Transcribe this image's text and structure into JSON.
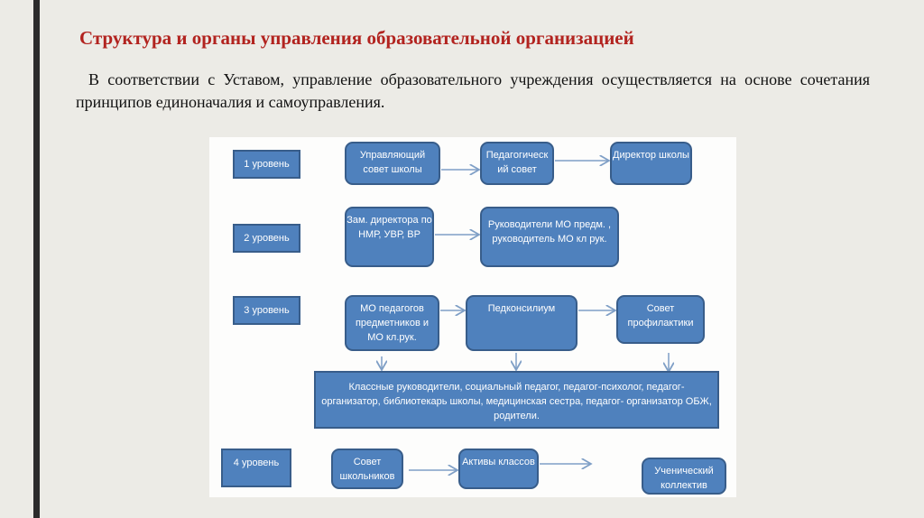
{
  "title": "Структура и органы управления образовательной организацией",
  "intro": "В соответствии с Уставом, управление образовательного учреждения осуществляется на основе сочетания принципов единоначалия и самоуправления.",
  "levels": [
    "1 уровень",
    "2 уровень",
    "3 уровень",
    "4 уровень"
  ],
  "row1": [
    "Управляющий совет школы",
    "Педагогическ ий совет",
    "Директор школы"
  ],
  "row2": [
    "Зам. директора  по НМР, УВР, ВР",
    "Руководители МО предм. , руководитель МО кл рук."
  ],
  "row3": [
    "МО педагогов предметников и МО  кл.рук.",
    "Педконсилиум",
    "Совет профилактики"
  ],
  "staff": "Классные руководители, социальный педагог, педагог-психолог, педагог-организатор, библиотекарь школы, медицинская сестра, педагог- организатор ОБЖ, родители.",
  "row4": [
    "Совет школьников",
    "Активы классов",
    "Ученический коллектив"
  ]
}
